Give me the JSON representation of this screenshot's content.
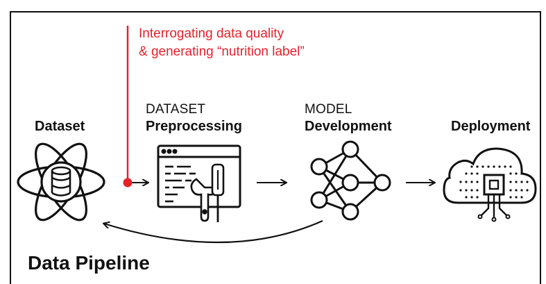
{
  "annotation": {
    "line1": "Interrogating data quality",
    "line2": "& generating “nutrition label”",
    "color": "#e52229"
  },
  "stages": [
    {
      "prefix": "",
      "title": "Dataset",
      "icon": "atom-database-icon"
    },
    {
      "prefix": "DATASET",
      "title": "Preprocessing",
      "icon": "code-window-tools-icon"
    },
    {
      "prefix": "MODEL",
      "title": "Development",
      "icon": "neural-network-icon"
    },
    {
      "prefix": "",
      "title": "Deployment",
      "icon": "cloud-chip-icon"
    }
  ],
  "footer": {
    "title": "Data Pipeline"
  }
}
